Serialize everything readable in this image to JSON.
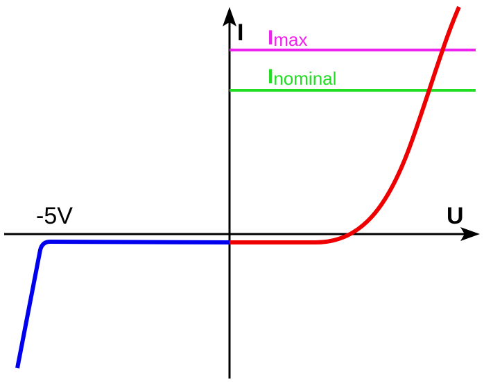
{
  "chart_data": {
    "type": "line",
    "xlabel": "U",
    "ylabel": "I",
    "x_tick_labels": [
      "-5V"
    ],
    "reference_lines": [
      {
        "label_main": "I",
        "label_sub": "max",
        "color": "#ee22ee"
      },
      {
        "label_main": "I",
        "label_sub": "nominal",
        "color": "#22dd22"
      }
    ],
    "series": [
      {
        "segment": "reverse",
        "color": "#0000ee"
      },
      {
        "segment": "forward",
        "color": "#ee0000"
      }
    ],
    "axis_color": "#000000"
  }
}
